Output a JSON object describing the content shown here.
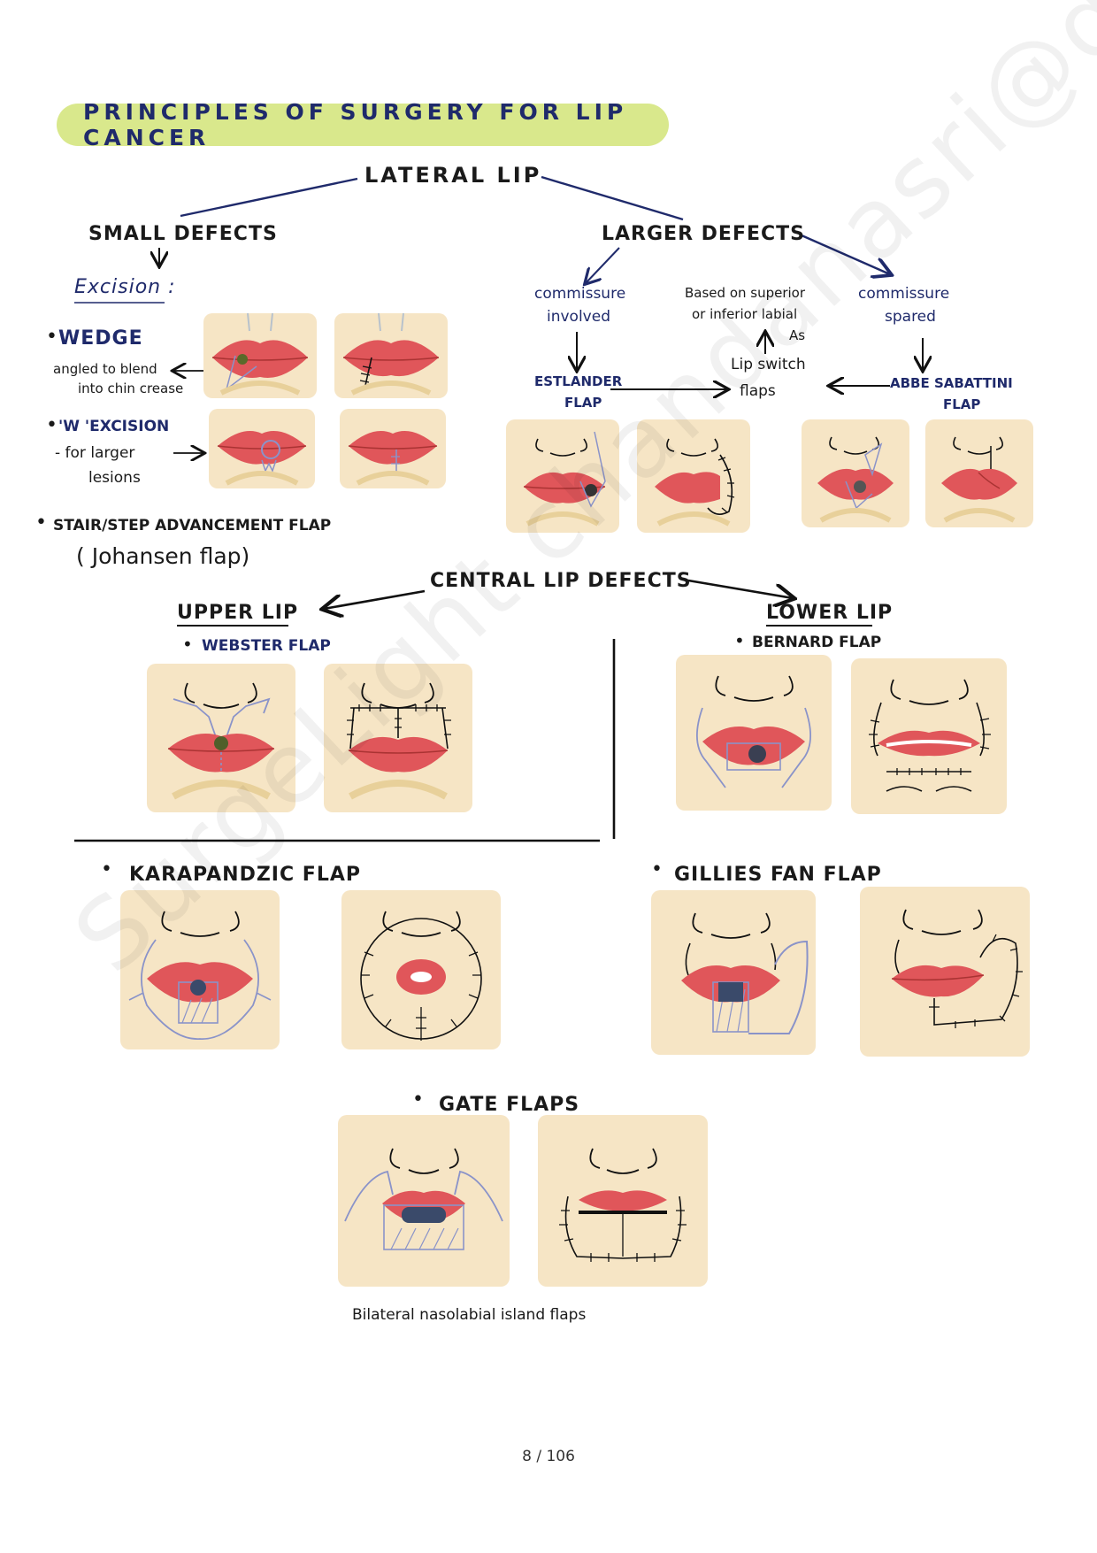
{
  "title": "PRINCIPLES OF SURGERY FOR LIP CANCER",
  "lateral": {
    "heading": "LATERAL LIP",
    "small_defects": "SMALL DEFECTS",
    "excision": "Excision :",
    "wedge": "WEDGE",
    "wedge_note_1": "angled to blend",
    "wedge_note_2": "into chin crease",
    "w_excision": "'W 'EXCISION",
    "w_note_1": "- for larger",
    "w_note_2": "lesions",
    "stair_step": "STAIR/STEP ADVANCEMENT FLAP",
    "johansen": "( Johansen flap)",
    "larger_defects": "LARGER DEFECTS",
    "commissure_involved_1": "commissure",
    "commissure_involved_2": "involved",
    "based_on_1": "Based on superior",
    "based_on_2": "or inferior labial",
    "based_on_3": "As",
    "commissure_spared_1": "commissure",
    "commissure_spared_2": "spared",
    "estlander_1": "ESTLANDER",
    "estlander_2": "FLAP",
    "lip_switch_1": "Lip switch",
    "lip_switch_2": "flaps",
    "abbe_1": "ABBE SABATTINI",
    "abbe_2": "FLAP"
  },
  "central": {
    "heading": "CENTRAL LIP DEFECTS",
    "upper_lip": "UPPER LIP",
    "webster": "WEBSTER FLAP",
    "lower_lip": "LOWER LIP",
    "bernard": "BERNARD FLAP",
    "karapandzic": "KARAPANDZIC FLAP",
    "gillies": "GILLIES FAN FLAP",
    "gate": "GATE FLAPS",
    "gate_caption": "Bilateral nasolabial island flaps"
  },
  "watermark": "SurgeLight chandanasri@gmail.com",
  "page_number": "8 / 106",
  "colors": {
    "title_bg": "#d9e88c",
    "panel_bg": "#f6e5c5",
    "lip": "#e0565a",
    "ink_navy": "#1f2a6b"
  },
  "icons": [
    "down-arrow-icon",
    "right-arrow-icon",
    "left-arrow-icon",
    "up-arrow-icon",
    "bullet-icon"
  ]
}
